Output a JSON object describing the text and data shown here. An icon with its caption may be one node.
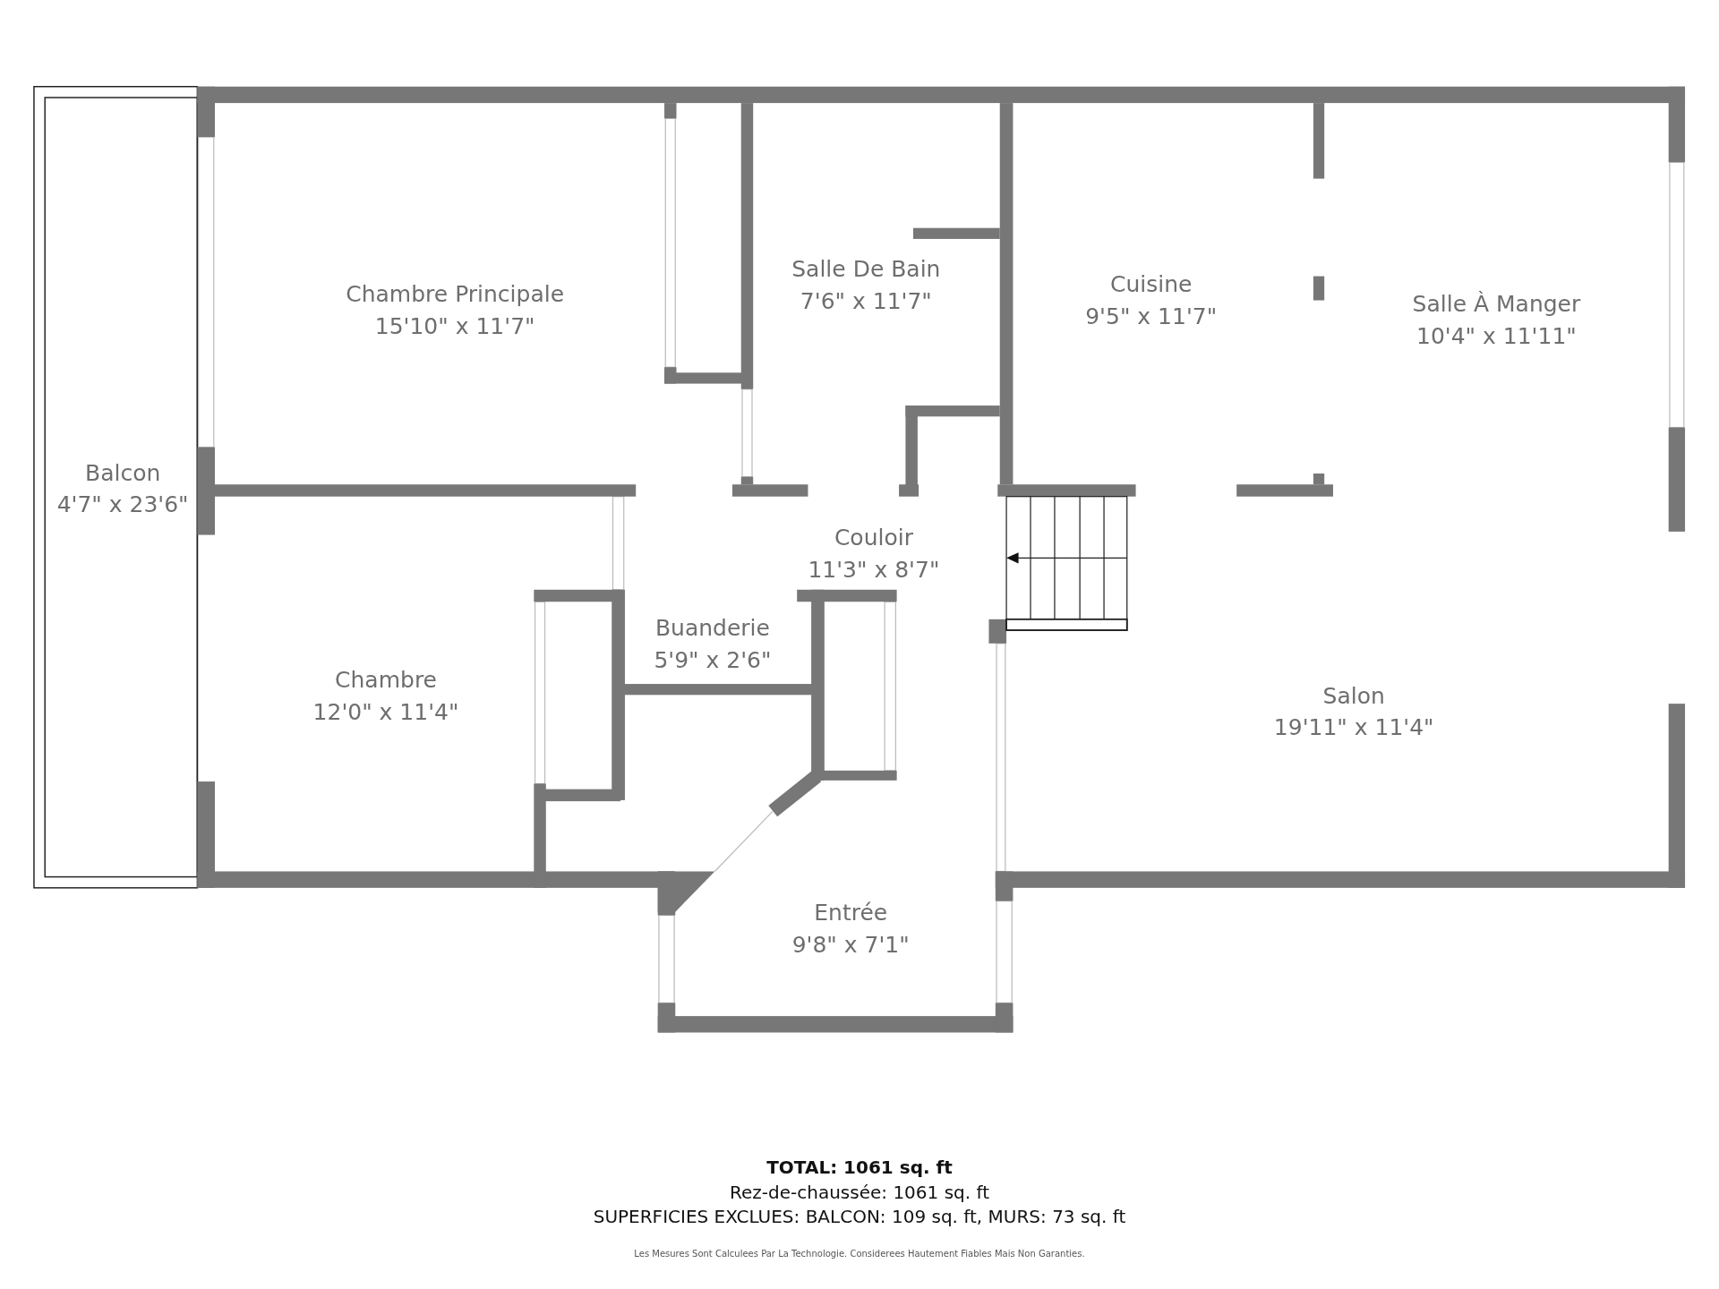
{
  "diagram": {
    "labels": [
      "Balcon",
      "4'7\" x 23'6\"",
      "Chambre Principale",
      "15'10\" x 11'7\"",
      "Salle De Bain",
      "7'6\" x 11'7\"",
      "Cuisine",
      "9'5\" x 11'7\"",
      "Salle À Manger",
      "10'4\" x 11'11\"",
      "Couloir",
      "11'3\" x 8'7\"",
      "Buanderie",
      "5'9\" x 2'6\"",
      "Chambre",
      "12'0\" x 11'4\"",
      "Salon",
      "19'11\" x 11'4\"",
      "Entrée",
      "9'8\" x 7'1\"",
      "TOTAL: 1061 sq. ft",
      "Rez-de-chaussée: 1061 sq. ft",
      "SUPERFICIES EXCLUES: BALCON: 109 sq. ft, MURS: 73 sq. ft",
      "Les Mesures Sont Calculees Par La Technologie. Considerees Hautement Fiables Mais Non Garanties."
    ]
  }
}
